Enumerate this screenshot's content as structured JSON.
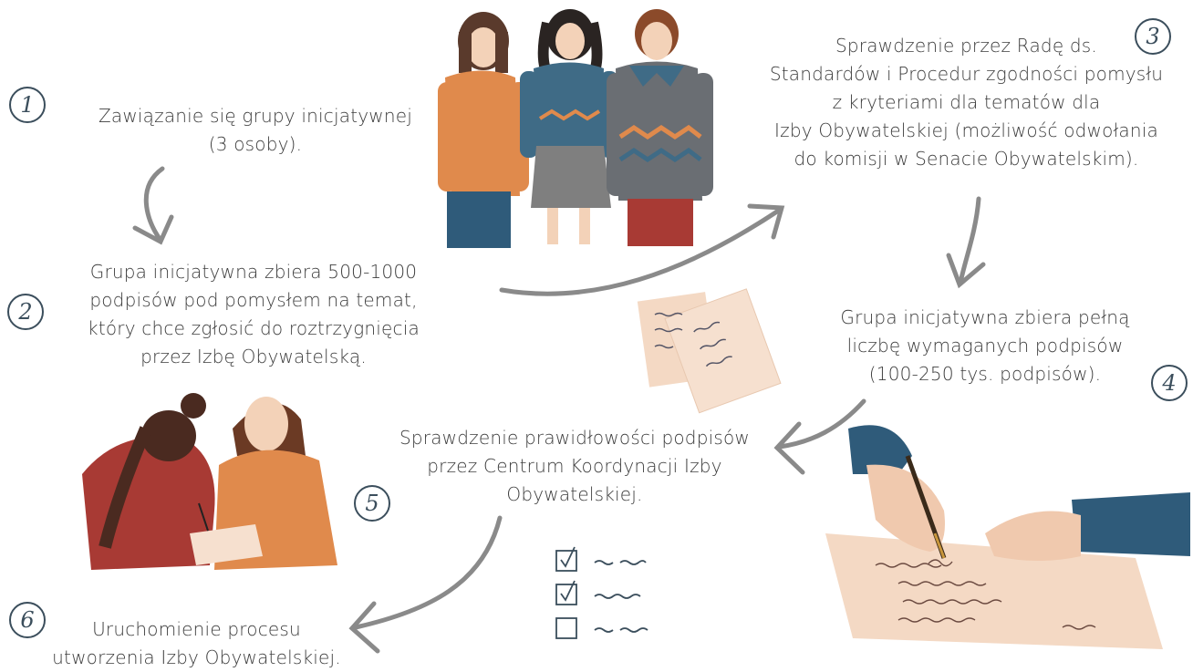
{
  "steps": [
    {
      "number": "1",
      "text": "Zawiązanie się grupy inicjatywnej\n(3 osoby)."
    },
    {
      "number": "2",
      "text": "Grupa inicjatywna zbiera 500-1000\npodpisów pod pomysłem na temat,\nktóry chce zgłosić do roztrzygnięcia\nprzez Izbę Obywatelską."
    },
    {
      "number": "3",
      "text": "Sprawdzenie przez Radę ds.\nStandardów i Procedur zgodności pomysłu\nz kryteriami dla tematów dla\nIzby Obywatelskiej (możliwość odwołania\ndo komisji w Senacie Obywatelskim)."
    },
    {
      "number": "4",
      "text": "Grupa inicjatywna zbiera pełną\nliczbę wymaganych podpisów\n(100-250 tys. podpisów)."
    },
    {
      "number": "5",
      "text": "Sprawdzenie prawidłowości podpisów\nprzez Centrum Koordynacji Izby\nObywatelskiej."
    },
    {
      "number": "6",
      "text": "Uruchomienie procesu\nutworzenia Izby Obywatelskiej."
    }
  ],
  "colors": {
    "arrow": "#8a8a8a",
    "number_ring": "#3b4e5c",
    "orange": "#e08a4c",
    "teal": "#3f6b86",
    "grey_sweater": "#6a6e73",
    "paper": "#f4d9c4",
    "red_sweater": "#a83a34"
  },
  "illustrations": [
    "three-people-illustration",
    "papers-illustration",
    "two-women-signing-illustration",
    "checklist-illustration",
    "hand-signing-illustration"
  ]
}
